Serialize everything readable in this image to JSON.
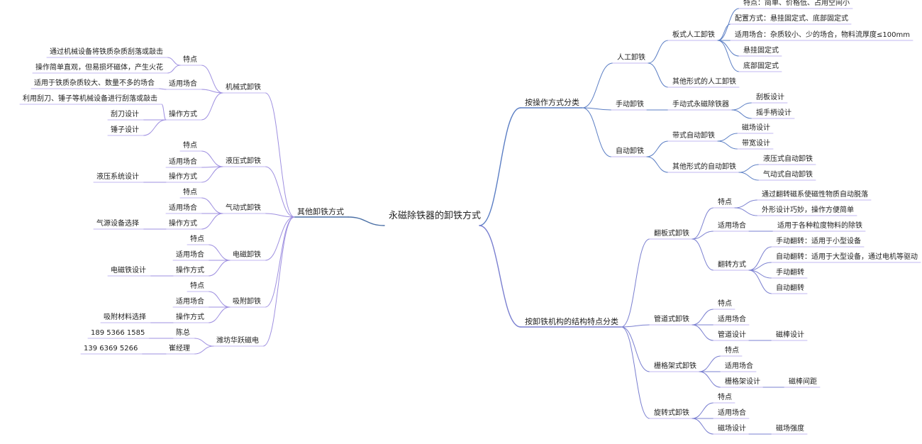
{
  "mindmap": {
    "root": "永磁除铁器的卸铁方式",
    "right": [
      {
        "label": "按操作方式分类",
        "children": [
          {
            "label": "人工卸铁",
            "children": [
              {
                "label": "板式人工卸铁",
                "children": [
                  {
                    "label": "特点：简单、价格低、占用空间小"
                  },
                  {
                    "label": "配置方式：悬挂固定式、底部固定式"
                  },
                  {
                    "label": "适用场合：杂质较小、少的场合，物料流厚度≤100mm"
                  },
                  {
                    "label": "悬挂固定式"
                  },
                  {
                    "label": "底部固定式"
                  }
                ]
              },
              {
                "label": "其他形式的人工卸铁"
              }
            ]
          },
          {
            "label": "手动卸铁",
            "children": [
              {
                "label": "手动式永磁除铁器",
                "children": [
                  {
                    "label": "刮板设计"
                  },
                  {
                    "label": "摇手柄设计"
                  }
                ]
              }
            ]
          },
          {
            "label": "自动卸铁",
            "children": [
              {
                "label": "带式自动卸铁",
                "children": [
                  {
                    "label": "磁场设计"
                  },
                  {
                    "label": "带宽设计"
                  }
                ]
              },
              {
                "label": "其他形式的自动卸铁",
                "children": [
                  {
                    "label": "液压式自动卸铁"
                  },
                  {
                    "label": "气动式自动卸铁"
                  }
                ]
              }
            ]
          }
        ]
      },
      {
        "label": "按卸铁机构的结构特点分类",
        "children": [
          {
            "label": "翻板式卸铁",
            "children": [
              {
                "label": "特点",
                "children": [
                  {
                    "label": "通过翻转磁系使磁性物质自动脱落"
                  },
                  {
                    "label": "外形设计巧妙，操作方便简单"
                  }
                ]
              },
              {
                "label": "适用场合",
                "children": [
                  {
                    "label": "适用于各种粒度物料的除铁"
                  }
                ]
              },
              {
                "label": "翻转方式",
                "children": [
                  {
                    "label": "手动翻转：适用于小型设备"
                  },
                  {
                    "label": "自动翻转：适用于大型设备，通过电机等驱动"
                  },
                  {
                    "label": "手动翻转"
                  },
                  {
                    "label": "自动翻转"
                  }
                ]
              }
            ]
          },
          {
            "label": "管道式卸铁",
            "children": [
              {
                "label": "特点"
              },
              {
                "label": "适用场合"
              },
              {
                "label": "管道设计",
                "children": [
                  {
                    "label": "磁棒设计"
                  }
                ]
              }
            ]
          },
          {
            "label": "栅格架式卸铁",
            "children": [
              {
                "label": "特点"
              },
              {
                "label": "适用场合"
              },
              {
                "label": "栅格架设计",
                "children": [
                  {
                    "label": "磁棒间距"
                  }
                ]
              }
            ]
          },
          {
            "label": "旋转式卸铁",
            "children": [
              {
                "label": "特点"
              },
              {
                "label": "适用场合"
              },
              {
                "label": "磁场设计",
                "children": [
                  {
                    "label": "磁场强度"
                  }
                ]
              }
            ]
          }
        ]
      }
    ],
    "left": [
      {
        "label": "其他卸铁方式",
        "children": [
          {
            "label": "机械式卸铁",
            "children": [
              {
                "label": "特点",
                "children": [
                  {
                    "label": "通过机械设备将铁质杂质刮落或敲击"
                  },
                  {
                    "label": "操作简单直观，但易损坏磁体，产生火花"
                  }
                ]
              },
              {
                "label": "适用场合",
                "children": [
                  {
                    "label": "适用于铁质杂质较大、数量不多的场合"
                  }
                ]
              },
              {
                "label": "操作方式",
                "children": [
                  {
                    "label": "利用刮刀、锤子等机械设备进行刮落或敲击"
                  },
                  {
                    "label": "刮刀设计"
                  },
                  {
                    "label": "锤子设计"
                  }
                ]
              }
            ]
          },
          {
            "label": "液压式卸铁",
            "children": [
              {
                "label": "特点"
              },
              {
                "label": "适用场合"
              },
              {
                "label": "操作方式",
                "children": [
                  {
                    "label": "液压系统设计"
                  }
                ]
              }
            ]
          },
          {
            "label": "气动式卸铁",
            "children": [
              {
                "label": "特点"
              },
              {
                "label": "适用场合"
              },
              {
                "label": "操作方式",
                "children": [
                  {
                    "label": "气源设备选择"
                  }
                ]
              }
            ]
          },
          {
            "label": "电磁卸铁",
            "children": [
              {
                "label": "特点"
              },
              {
                "label": "适用场合"
              },
              {
                "label": "操作方式",
                "children": [
                  {
                    "label": "电磁铁设计"
                  }
                ]
              }
            ]
          },
          {
            "label": "吸附卸铁",
            "children": [
              {
                "label": "特点"
              },
              {
                "label": "适用场合"
              },
              {
                "label": "操作方式",
                "children": [
                  {
                    "label": "吸附材料选择"
                  }
                ]
              }
            ]
          },
          {
            "label": "潍坊华跃磁电",
            "children": [
              {
                "label": "陈总",
                "children": [
                  {
                    "label": "189 5366 1585"
                  }
                ]
              },
              {
                "label": "崔经理",
                "children": [
                  {
                    "label": "139 6369 5266"
                  }
                ]
              }
            ]
          }
        ]
      }
    ]
  },
  "colors": {
    "trunk": "#4a6fa5",
    "right_upper": "#5b7ec4",
    "right_lower": "#7a7fd0",
    "left": "#9e8fe0",
    "underline": "#c2b7f0",
    "text": "#222222"
  }
}
